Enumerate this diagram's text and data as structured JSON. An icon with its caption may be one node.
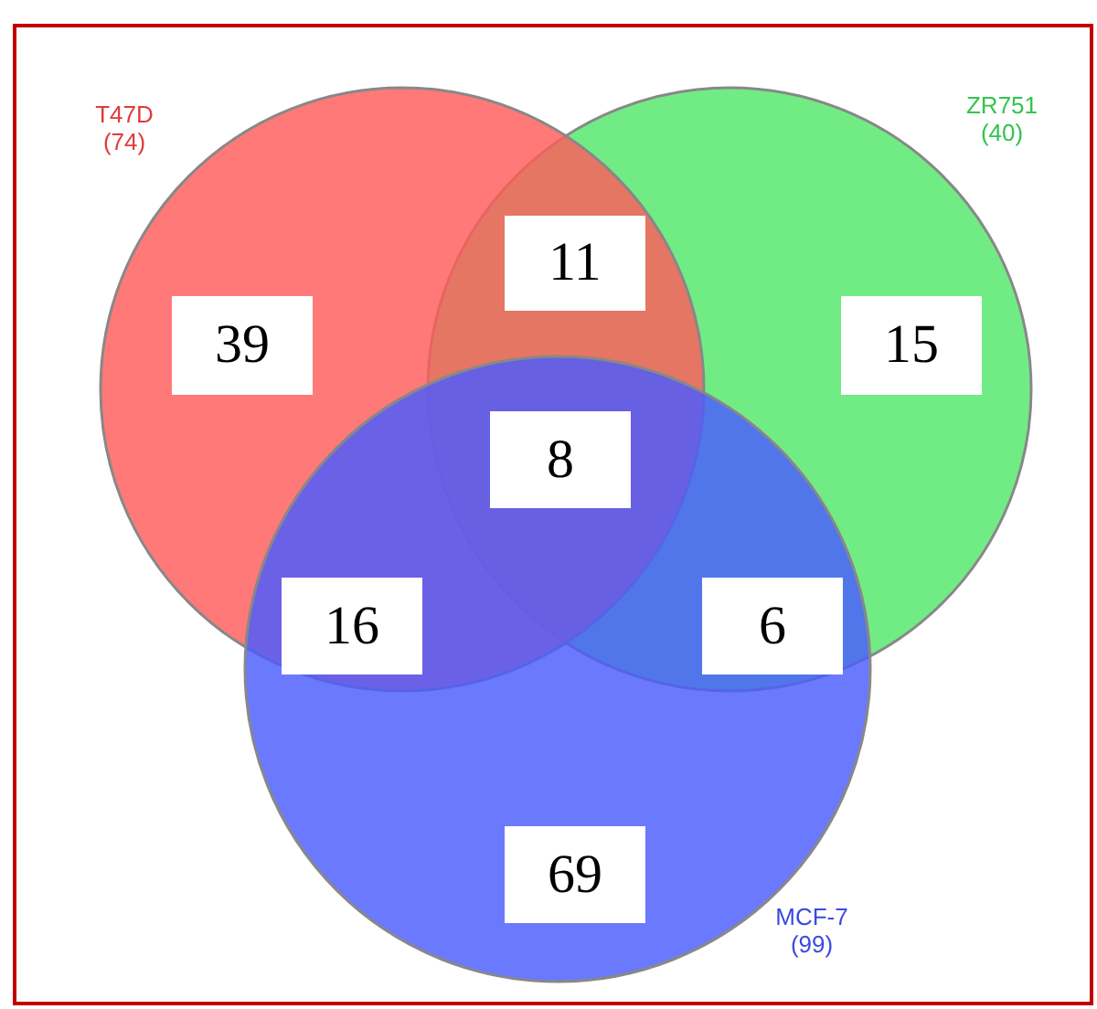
{
  "diagram": {
    "nodes": [
      {
        "text": [
          "T47D (74)"
        ]
      },
      {
        "text": [
          "ZR751 (40)"
        ]
      },
      {
        "text": [
          "MCF-7 (99)"
        ]
      },
      {
        "text": [
          "39"
        ],
        "in": 0
      },
      {
        "text": [
          "11"
        ]
      },
      {
        "text": [
          "15"
        ],
        "in": 1
      },
      {
        "text": [
          "8"
        ]
      },
      {
        "text": [
          "16"
        ]
      },
      {
        "text": [
          "6"
        ]
      },
      {
        "text": [
          "69"
        ],
        "in": 2
      }
    ]
  }
}
